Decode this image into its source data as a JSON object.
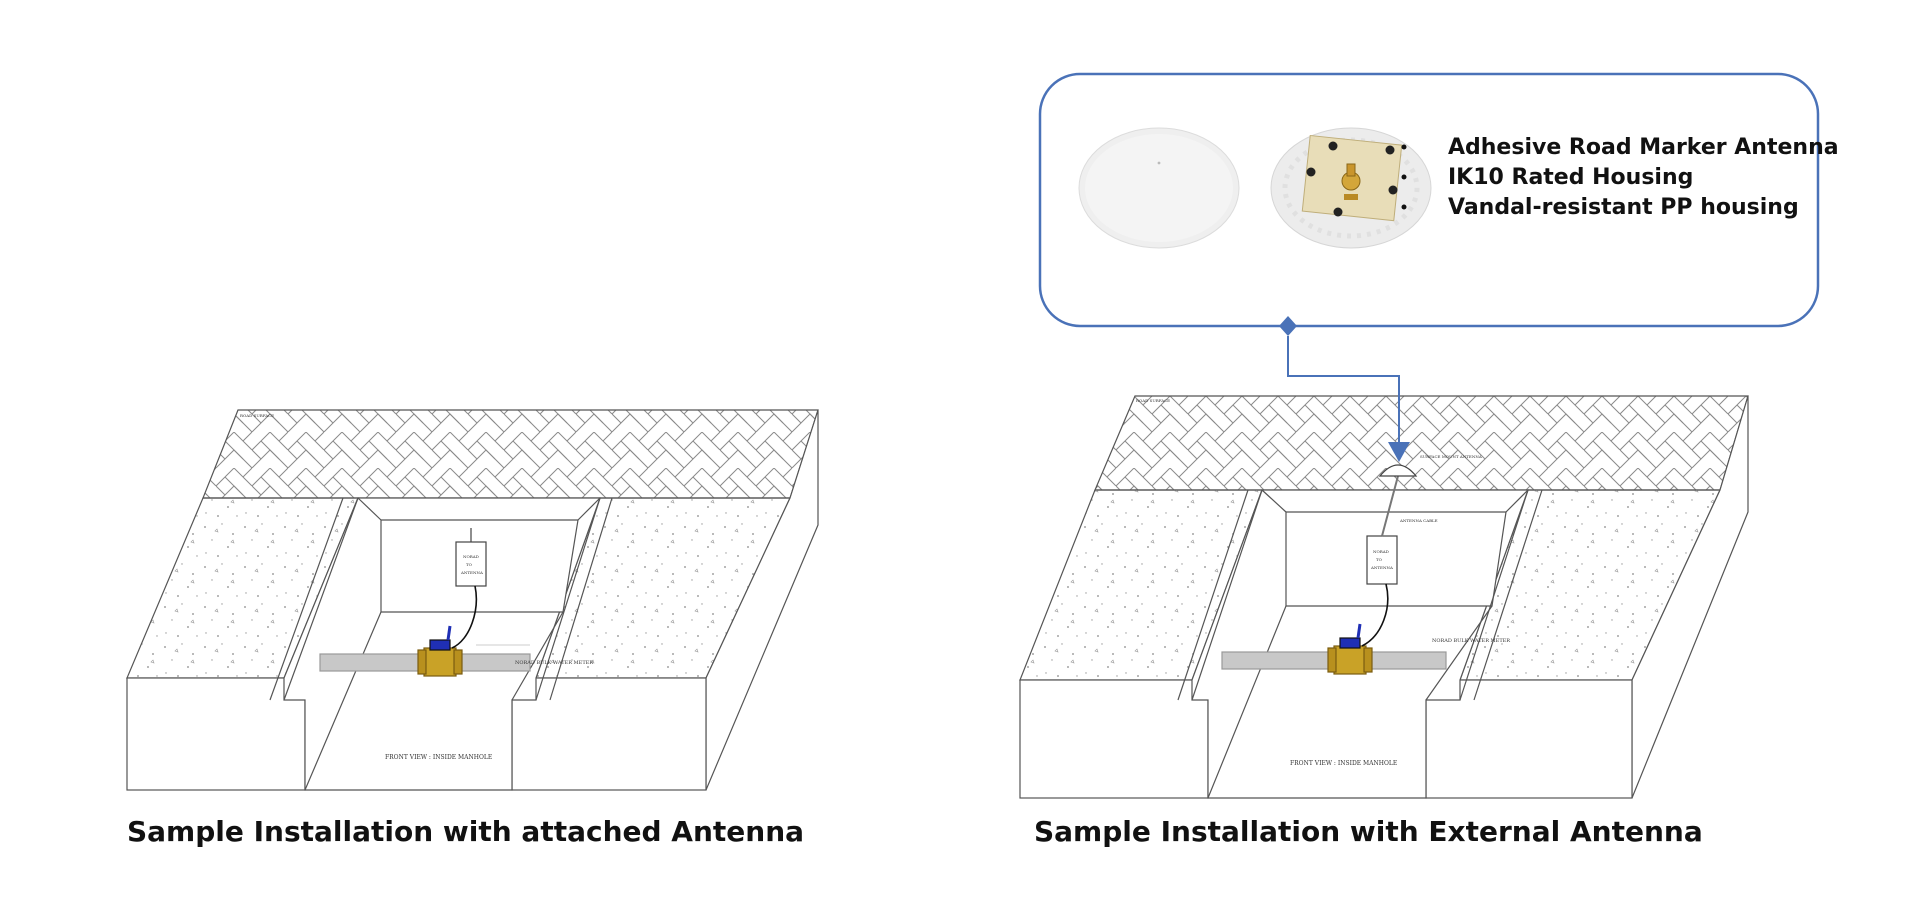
{
  "left_figure": {
    "caption": "Sample Installation with attached Antenna"
  },
  "right_figure": {
    "caption": "Sample Installation with External Antenna"
  },
  "callout": {
    "lines": [
      "Adhesive Road Marker Antenna",
      "IK10 Rated Housing",
      "Vandal-resistant PP housing"
    ]
  },
  "colors": {
    "callout_border": "#4a72b8",
    "connector": "#4a72b8",
    "pipe": "#c8c8c8",
    "meter_body": "#c9a227",
    "meter_cap": "#1f2fb5"
  }
}
